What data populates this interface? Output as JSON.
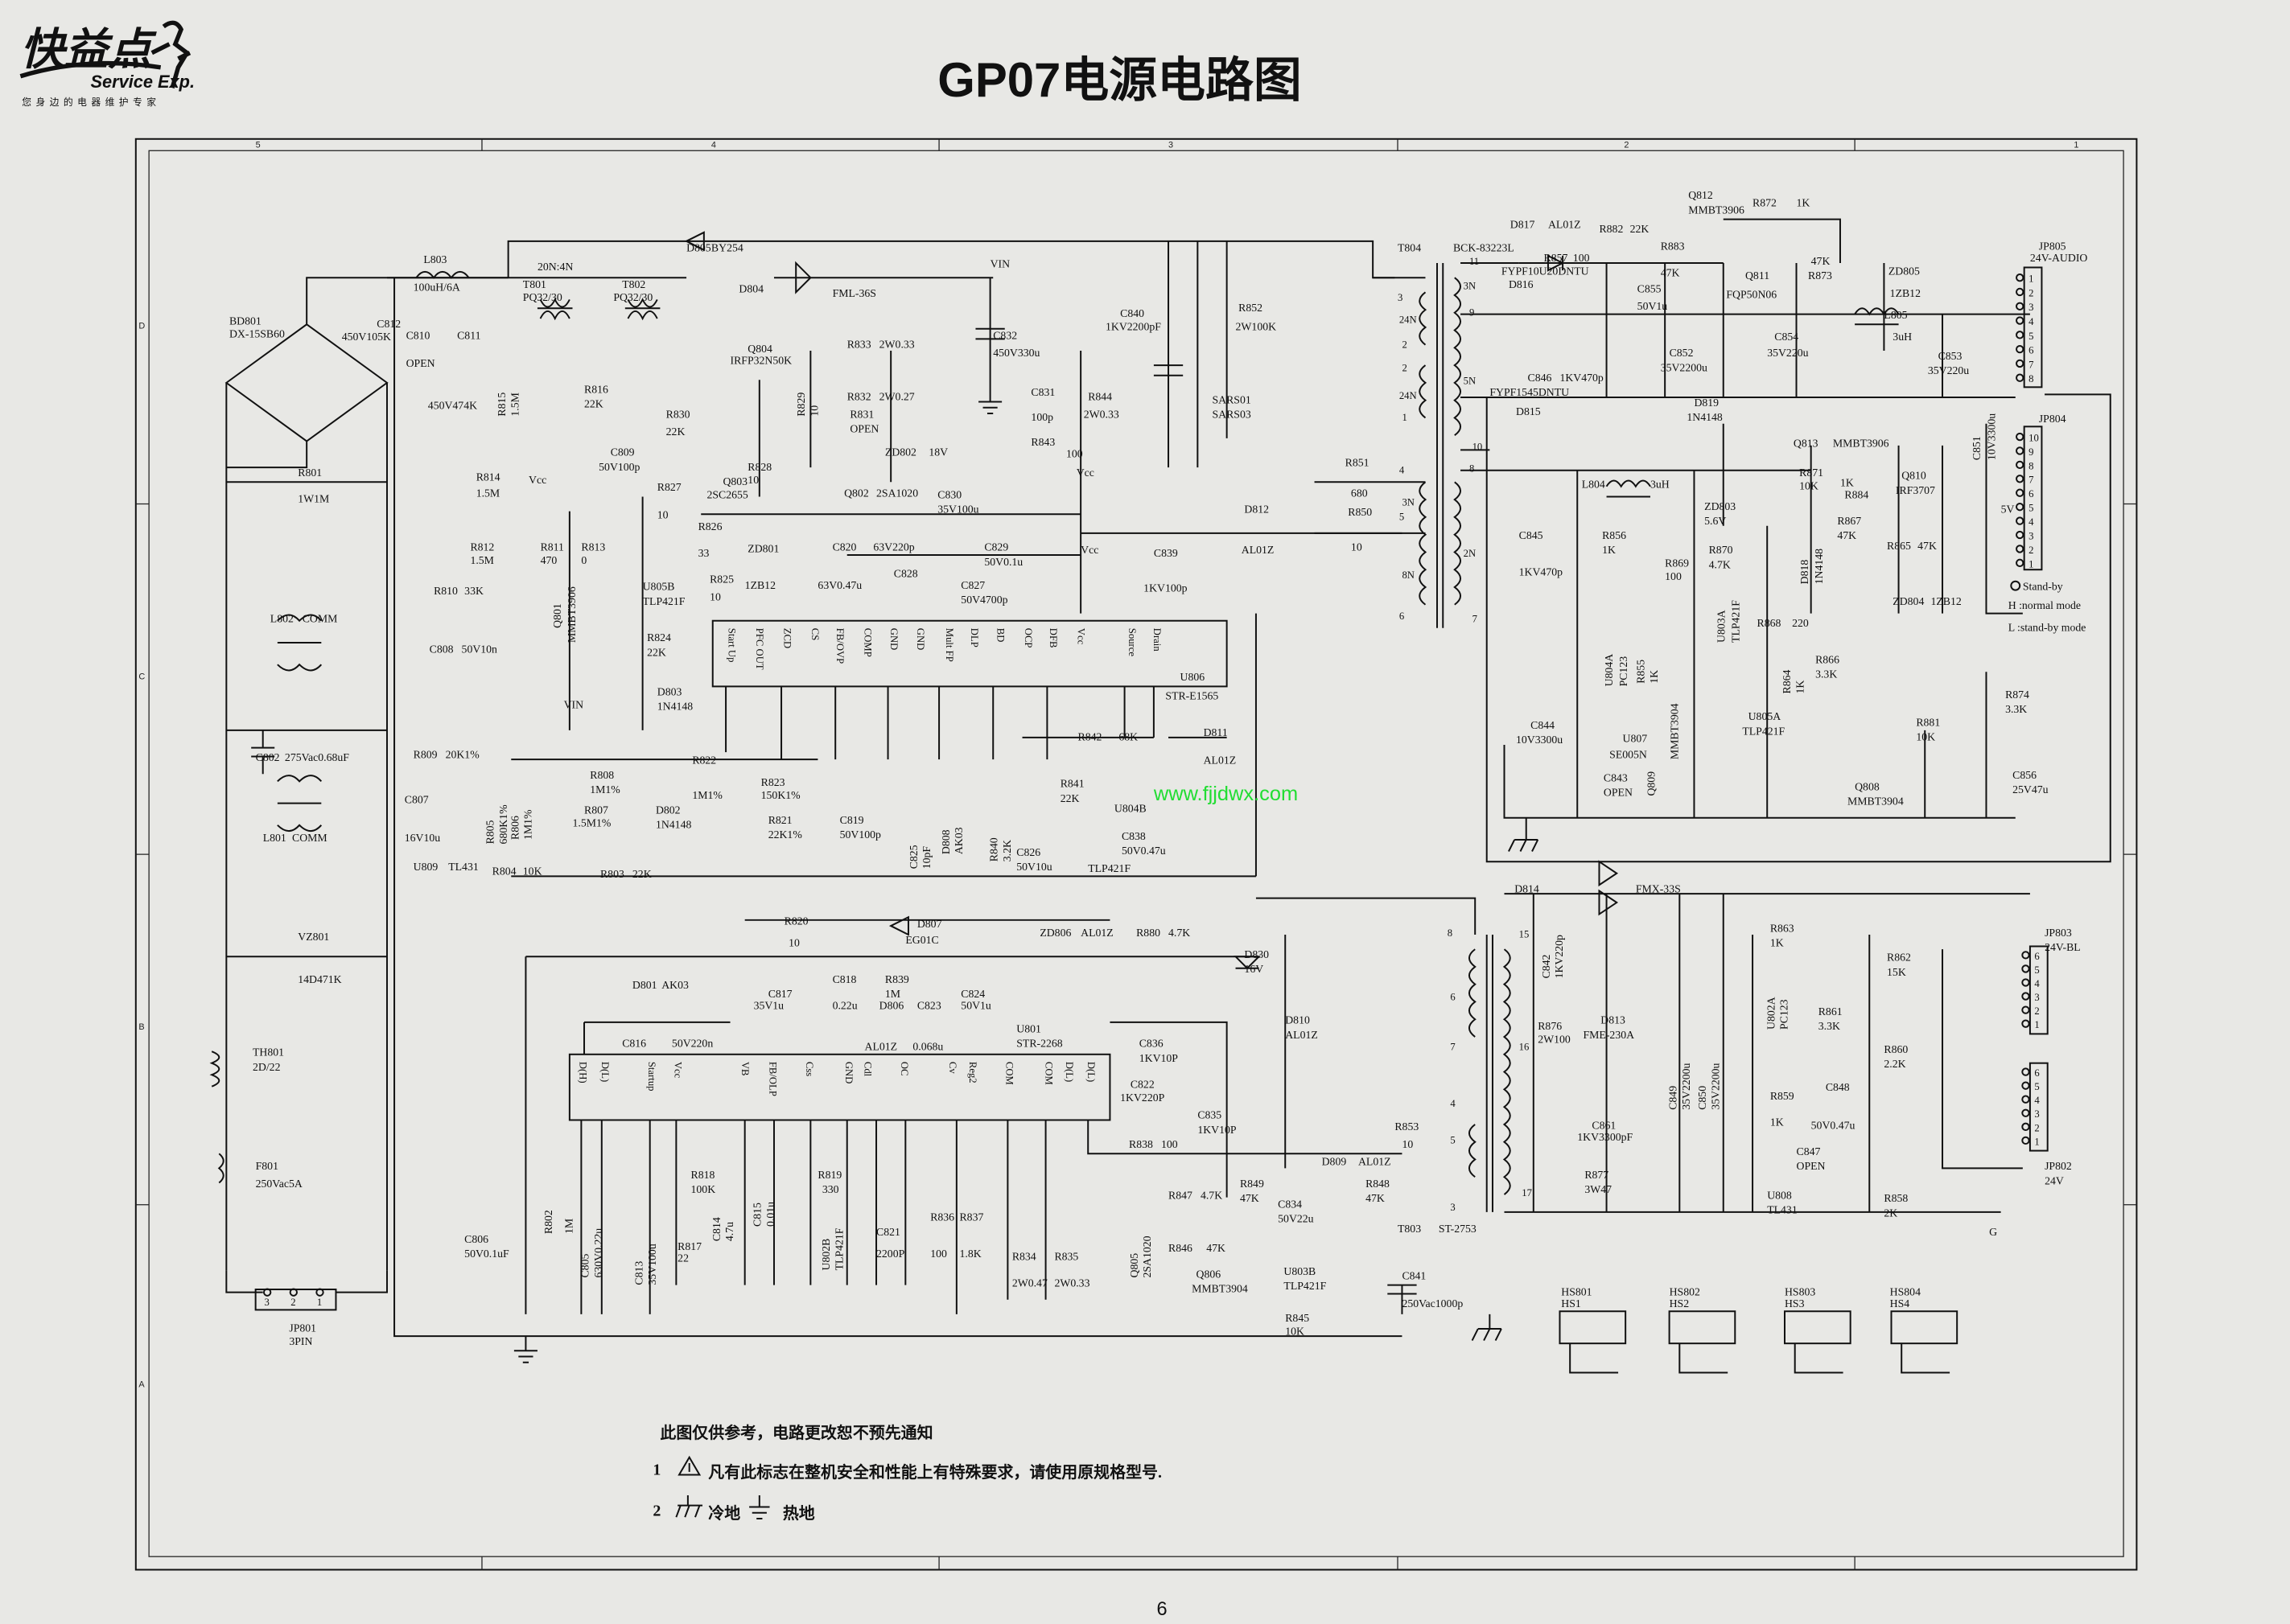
{
  "header": {
    "logo_cn": "快益点",
    "logo_en": "Service Exp.",
    "slogan": "您身边的电器维护专家",
    "title": "GP07电源电路图"
  },
  "grid": {
    "columns": [
      "5",
      "4",
      "3",
      "2",
      "1"
    ],
    "rows": [
      "D",
      "C",
      "B",
      "A"
    ]
  },
  "watermark": "www.fjjdwx.com",
  "components": [
    {
      "ref": "BD801",
      "value": "DX-15SB60"
    },
    {
      "ref": "C812",
      "value": "450V105K"
    },
    {
      "ref": "L803",
      "value": "100uH/6A"
    },
    {
      "ref": "C810",
      "value": "OPEN"
    },
    {
      "ref": "C811",
      "value": "450V474K"
    },
    {
      "ref": "R815",
      "value": "1.5M"
    },
    {
      "ref": "T801",
      "value": "PQ32/30"
    },
    {
      "ref": "T802",
      "value": "PQ32/30"
    },
    {
      "ref": "D805",
      "value": "BY254"
    },
    {
      "ref": "D804",
      "value": "FML-36S"
    },
    {
      "ref": "C832",
      "value": "450V330u"
    },
    {
      "ref": "C840",
      "value": "1KV2200pF"
    },
    {
      "ref": "R852",
      "value": "2W100K"
    },
    {
      "ref": "SARS01",
      "value": "SARS03"
    },
    {
      "ref": "T804",
      "value": "BCK-83223L"
    },
    {
      "ref": "Q804",
      "value": "IRFP32N50K"
    },
    {
      "ref": "R833",
      "value": "2W0.33"
    },
    {
      "ref": "R832",
      "value": "2W0.27"
    },
    {
      "ref": "R831",
      "value": "OPEN"
    },
    {
      "ref": "R829",
      "value": "10"
    },
    {
      "ref": "R828",
      "value": "10"
    },
    {
      "ref": "ZD802",
      "value": "18V"
    },
    {
      "ref": "Q803",
      "value": "2SC2655"
    },
    {
      "ref": "Q802",
      "value": "2SA1020"
    },
    {
      "ref": "C830",
      "value": "35V100u"
    },
    {
      "ref": "C831",
      "value": "100p"
    },
    {
      "ref": "R844",
      "value": "2W0.33"
    },
    {
      "ref": "R843",
      "value": "100"
    },
    {
      "ref": "R816",
      "value": "22K"
    },
    {
      "ref": "R830",
      "value": "22K"
    },
    {
      "ref": "C809",
      "value": "50V100p"
    },
    {
      "ref": "R814",
      "value": "1.5M"
    },
    {
      "ref": "R827",
      "value": "10"
    },
    {
      "ref": "R812",
      "value": "1.5M"
    },
    {
      "ref": "R811",
      "value": "470"
    },
    {
      "ref": "R813",
      "value": "0"
    },
    {
      "ref": "R826",
      "value": "33"
    },
    {
      "ref": "ZD801",
      "value": "1ZB12"
    },
    {
      "ref": "C820",
      "value": "63V220p"
    },
    {
      "ref": "C828",
      "value": "63V0.47u"
    },
    {
      "ref": "C829",
      "value": "50V0.1u"
    },
    {
      "ref": "C827",
      "value": "50V4700p"
    },
    {
      "ref": "R825",
      "value": "10"
    },
    {
      "ref": "R810",
      "value": "33K"
    },
    {
      "ref": "C808",
      "value": "50V10n"
    },
    {
      "ref": "Q801",
      "value": "MMBT3906"
    },
    {
      "ref": "U805B",
      "value": "TLP421F"
    },
    {
      "ref": "R824",
      "value": "22K"
    },
    {
      "ref": "D803",
      "value": "1N4148"
    },
    {
      "ref": "U806",
      "value": "STR-E1565"
    },
    {
      "ref": "C839",
      "value": "1KV100p"
    },
    {
      "ref": "D812",
      "value": "AL01Z"
    },
    {
      "ref": "R851",
      "value": "680"
    },
    {
      "ref": "R850",
      "value": "10"
    },
    {
      "ref": "R809",
      "value": "20K1%"
    },
    {
      "ref": "R808",
      "value": "1M1%"
    },
    {
      "ref": "R822",
      "value": "1M1%"
    },
    {
      "ref": "R823",
      "value": "150K1%"
    },
    {
      "ref": "R806",
      "value": "1M1%"
    },
    {
      "ref": "R805",
      "value": "680K1%"
    },
    {
      "ref": "R807",
      "value": "1.5M1%"
    },
    {
      "ref": "D802",
      "value": "1N4148"
    },
    {
      "ref": "C807",
      "value": "16V10u"
    },
    {
      "ref": "U809",
      "value": "TL431"
    },
    {
      "ref": "R804",
      "value": "10K"
    },
    {
      "ref": "R803",
      "value": "22K"
    },
    {
      "ref": "R821",
      "value": "22K1%"
    },
    {
      "ref": "C819",
      "value": "50V100p"
    },
    {
      "ref": "C825",
      "value": "10pF"
    },
    {
      "ref": "D808",
      "value": "AK03"
    },
    {
      "ref": "R840",
      "value": "3.2K"
    },
    {
      "ref": "R842",
      "value": "68K"
    },
    {
      "ref": "R841",
      "value": "22K"
    },
    {
      "ref": "U804B",
      "value": "TLP421F"
    },
    {
      "ref": "C826",
      "value": "50V10u"
    },
    {
      "ref": "C838",
      "value": "50V0.47u"
    },
    {
      "ref": "D811",
      "value": "AL01Z"
    },
    {
      "ref": "C802",
      "value": "275Vac0.68uF"
    },
    {
      "ref": "L802",
      "value": "COMM"
    },
    {
      "ref": "L801",
      "value": "COMM"
    },
    {
      "ref": "R801",
      "value": "1W1M"
    },
    {
      "ref": "VZ801",
      "value": "14D471K"
    },
    {
      "ref": "TH801",
      "value": "2D/22"
    },
    {
      "ref": "F801",
      "value": "250Vac5A"
    },
    {
      "ref": "JP801",
      "value": "3PIN"
    },
    {
      "ref": "R820",
      "value": "10"
    },
    {
      "ref": "D807",
      "value": "EG01C"
    },
    {
      "ref": "ZD806",
      "value": "AL01Z"
    },
    {
      "ref": "R880",
      "value": "4.7K"
    },
    {
      "ref": "D830",
      "value": "16V"
    },
    {
      "ref": "D801",
      "value": "AK03"
    },
    {
      "ref": "C817",
      "value": "35V1u"
    },
    {
      "ref": "C818",
      "value": "0.22u"
    },
    {
      "ref": "R839",
      "value": "1M"
    },
    {
      "ref": "D806",
      "value": "AL01Z"
    },
    {
      "ref": "C823",
      "value": "0.068u"
    },
    {
      "ref": "C824",
      "value": "50V1u"
    },
    {
      "ref": "C816",
      "value": "50V220n"
    },
    {
      "ref": "U801",
      "value": "STR-2268"
    },
    {
      "ref": "C836",
      "value": "1KV10P"
    },
    {
      "ref": "D810",
      "value": "AL01Z"
    },
    {
      "ref": "C822",
      "value": "1KV220P"
    },
    {
      "ref": "C835",
      "value": "1KV10P"
    },
    {
      "ref": "R838",
      "value": "100"
    },
    {
      "ref": "D809",
      "value": "AL01Z"
    },
    {
      "ref": "R853",
      "value": "10"
    },
    {
      "ref": "R818",
      "value": "100K"
    },
    {
      "ref": "R819",
      "value": "330"
    },
    {
      "ref": "C815",
      "value": "0.01u"
    },
    {
      "ref": "C814",
      "value": "4.7u"
    },
    {
      "ref": "U802B",
      "value": "TLP421F"
    },
    {
      "ref": "C821",
      "value": "2200P"
    },
    {
      "ref": "R836",
      "value": "100"
    },
    {
      "ref": "R837",
      "value": "1.8K"
    },
    {
      "ref": "R834",
      "value": "2W0.47"
    },
    {
      "ref": "R835",
      "value": "2W0.33"
    },
    {
      "ref": "C806",
      "value": "50V0.1uF"
    },
    {
      "ref": "R802",
      "value": "1M"
    },
    {
      "ref": "C805",
      "value": "630V0.22u"
    },
    {
      "ref": "C813",
      "value": "35V100u"
    },
    {
      "ref": "R817",
      "value": "22"
    },
    {
      "ref": "R849",
      "value": "47K"
    },
    {
      "ref": "C834",
      "value": "50V22u"
    },
    {
      "ref": "R848",
      "value": "47K"
    },
    {
      "ref": "R847",
      "value": "4.7K"
    },
    {
      "ref": "R846",
      "value": "47K"
    },
    {
      "ref": "Q805",
      "value": "2SA1020"
    },
    {
      "ref": "Q806",
      "value": "MMBT3904"
    },
    {
      "ref": "U803B",
      "value": "TLP421F"
    },
    {
      "ref": "R845",
      "value": "10K"
    },
    {
      "ref": "T803",
      "value": "ST-2753"
    },
    {
      "ref": "C841",
      "value": "250Vac1000p"
    },
    {
      "ref": "D814",
      "value": "FMX-33S"
    },
    {
      "ref": "C842",
      "value": "1KV220p"
    },
    {
      "ref": "R876",
      "value": "2W100"
    },
    {
      "ref": "D813",
      "value": "FME-230A"
    },
    {
      "ref": "C849",
      "value": "35V2200u"
    },
    {
      "ref": "C850",
      "value": "35V2200u"
    },
    {
      "ref": "C861",
      "value": "1KV3300pF"
    },
    {
      "ref": "R877",
      "value": "3W47"
    },
    {
      "ref": "R863",
      "value": "1K"
    },
    {
      "ref": "U802A",
      "value": "PC123"
    },
    {
      "ref": "R861",
      "value": "3.3K"
    },
    {
      "ref": "R862",
      "value": "15K"
    },
    {
      "ref": "R860",
      "value": "2.2K"
    },
    {
      "ref": "R859",
      "value": "1K"
    },
    {
      "ref": "C848",
      "value": "50V0.47u"
    },
    {
      "ref": "C847",
      "value": "OPEN"
    },
    {
      "ref": "U808",
      "value": "TL431"
    },
    {
      "ref": "R858",
      "value": "2K"
    },
    {
      "ref": "JP803",
      "value": "24V-BL"
    },
    {
      "ref": "JP802",
      "value": "24V"
    },
    {
      "ref": "HS801",
      "value": "HS1"
    },
    {
      "ref": "HS802",
      "value": "HS2"
    },
    {
      "ref": "HS803",
      "value": "HS3"
    },
    {
      "ref": "HS804",
      "value": "HS4"
    },
    {
      "ref": "R857",
      "value": "100"
    },
    {
      "ref": "D817",
      "value": "AL01Z"
    },
    {
      "ref": "R882",
      "value": "22K"
    },
    {
      "ref": "Q812",
      "value": "MMBT3906"
    },
    {
      "ref": "R872",
      "value": "1K"
    },
    {
      "ref": "R883",
      "value": "47K"
    },
    {
      "ref": "Q811",
      "value": "FQP50N06"
    },
    {
      "ref": "R873",
      "value": "47K"
    },
    {
      "ref": "ZD805",
      "value": "1ZB12"
    },
    {
      "ref": "D816",
      "value": "FYPF10U20DNTU"
    },
    {
      "ref": "C855",
      "value": "50V1u"
    },
    {
      "ref": "C854",
      "value": "35V220u"
    },
    {
      "ref": "L805",
      "value": "3uH"
    },
    {
      "ref": "C853",
      "value": "35V220u"
    },
    {
      "ref": "C852",
      "value": "35V2200u"
    },
    {
      "ref": "C846",
      "value": "1KV470p"
    },
    {
      "ref": "D815",
      "value": "FYPF1545DNTU"
    },
    {
      "ref": "D819",
      "value": "1N4148"
    },
    {
      "ref": "Q813",
      "value": "MMBT3906"
    },
    {
      "ref": "Q810",
      "value": "IRF3707"
    },
    {
      "ref": "R871",
      "value": "10K"
    },
    {
      "ref": "R884",
      "value": "1K"
    },
    {
      "ref": "L804",
      "value": "3uH"
    },
    {
      "ref": "ZD803",
      "value": "5.6V"
    },
    {
      "ref": "R856",
      "value": "1K"
    },
    {
      "ref": "R870",
      "value": "4.7K"
    },
    {
      "ref": "R869",
      "value": "100"
    },
    {
      "ref": "R867",
      "value": "47K"
    },
    {
      "ref": "R865",
      "value": "47K"
    },
    {
      "ref": "D818",
      "value": "1N4148"
    },
    {
      "ref": "ZD804",
      "value": "1ZB12"
    },
    {
      "ref": "C845",
      "value": "1KV470p"
    },
    {
      "ref": "U803A",
      "value": "TLP421F"
    },
    {
      "ref": "U804A",
      "value": "PC123"
    },
    {
      "ref": "R855",
      "value": "1K"
    },
    {
      "ref": "R868",
      "value": "220"
    },
    {
      "ref": "R864",
      "value": "1K"
    },
    {
      "ref": "R866",
      "value": "3.3K"
    },
    {
      "ref": "U805A",
      "value": "TLP421F"
    },
    {
      "ref": "C844",
      "value": "10V3300u"
    },
    {
      "ref": "U807",
      "value": "SE005N"
    },
    {
      "ref": "C843",
      "value": "OPEN"
    },
    {
      "ref": "Q809",
      "value": "MMBT3904"
    },
    {
      "ref": "R874",
      "value": "3.3K"
    },
    {
      "ref": "R881",
      "value": "10K"
    },
    {
      "ref": "C856",
      "value": "25V47u"
    },
    {
      "ref": "Q808",
      "value": "MMBT3904"
    },
    {
      "ref": "C851",
      "value": "10V3300u"
    },
    {
      "ref": "JP805",
      "value": "24V-AUDIO"
    },
    {
      "ref": "JP804",
      "value": ""
    }
  ],
  "nets": [
    "VIN",
    "VIN",
    "Vcc",
    "Vcc",
    "Vcc",
    "20N:4N",
    "5V",
    "G"
  ],
  "t804_windings": [
    "3",
    "24N",
    "2",
    "2",
    "24N",
    "1",
    "11",
    "3N",
    "9",
    "5N",
    "10",
    "8",
    "4",
    "3N",
    "5",
    "2N",
    "8N",
    "6",
    "7"
  ],
  "t803_windings": [
    "8",
    "6",
    "7",
    "4",
    "5",
    "3",
    "15",
    "16",
    "17"
  ],
  "u806_pins": [
    "Start Up",
    "PFC OUT",
    "ZCD",
    "CS",
    "FB/OVP",
    "COMP",
    "GND",
    "GND",
    "Mult FP",
    "DLP",
    "BD",
    "OCP",
    "DFB",
    "Vcc",
    "Source",
    "Drain"
  ],
  "u801_pins": [
    "D(H)",
    "D(L)",
    "Startup",
    "Vcc",
    "VB",
    "FB/OLP",
    "Css",
    "GND",
    "Cdl",
    "OC",
    "Cv",
    "Reg2",
    "COM",
    "COM",
    "D(L)",
    "D(L)"
  ],
  "jp805_pins": [
    "1",
    "2",
    "3",
    "4",
    "5",
    "6",
    "7",
    "8"
  ],
  "jp804_pins": [
    "10",
    "9",
    "8",
    "7",
    "6",
    "5",
    "4",
    "3",
    "2",
    "1"
  ],
  "jp803_pins": [
    "6",
    "5",
    "4",
    "3",
    "2",
    "1"
  ],
  "jp802_pins": [
    "6",
    "5",
    "4",
    "3",
    "2",
    "1"
  ],
  "jp801_pins": [
    "3",
    "2",
    "1"
  ],
  "standby": {
    "label": "Stand-by",
    "high": "H :normal mode",
    "low": "L :stand-by mode"
  },
  "notes": {
    "header": "此图仅供参考，电路更改恕不预先通知",
    "item1_num": "1",
    "item1_text": "凡有此标志在整机安全和性能上有特殊要求，请使用原规格型号.",
    "item2_num": "2",
    "cold_ground": "冷地",
    "hot_ground": "热地"
  },
  "page_number": "6"
}
